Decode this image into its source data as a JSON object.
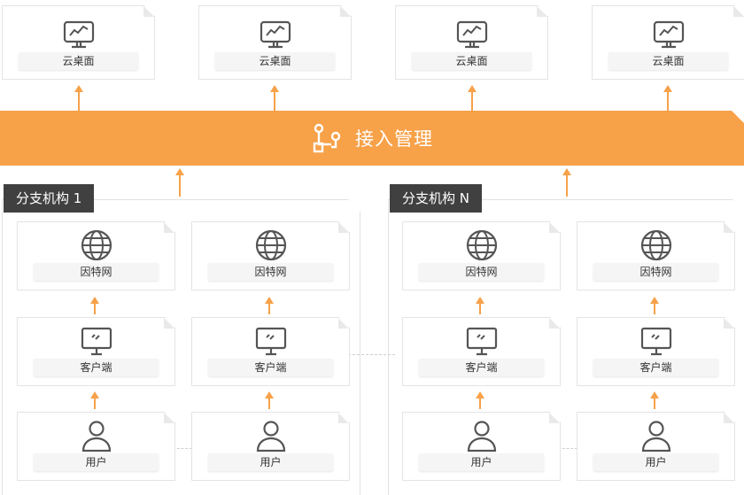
{
  "colors": {
    "accent": "#f7a149",
    "tag_bg": "#404040",
    "icon_stroke": "#555555"
  },
  "top_nodes": [
    {
      "label": "云桌面",
      "icon": "monitor-chart-icon"
    },
    {
      "label": "云桌面",
      "icon": "monitor-chart-icon"
    },
    {
      "label": "云桌面",
      "icon": "monitor-chart-icon"
    },
    {
      "label": "云桌面",
      "icon": "monitor-chart-icon"
    }
  ],
  "banner": {
    "title": "接入管理",
    "icon": "flow-icon"
  },
  "branches": [
    {
      "name": "分支机构 1"
    },
    {
      "name": "分支机构 N"
    }
  ],
  "layers": {
    "internet": {
      "label": "因特网",
      "icon": "globe-icon"
    },
    "client": {
      "label": "客户端",
      "icon": "desktop-icon"
    },
    "user": {
      "label": "用户",
      "icon": "user-icon"
    }
  }
}
